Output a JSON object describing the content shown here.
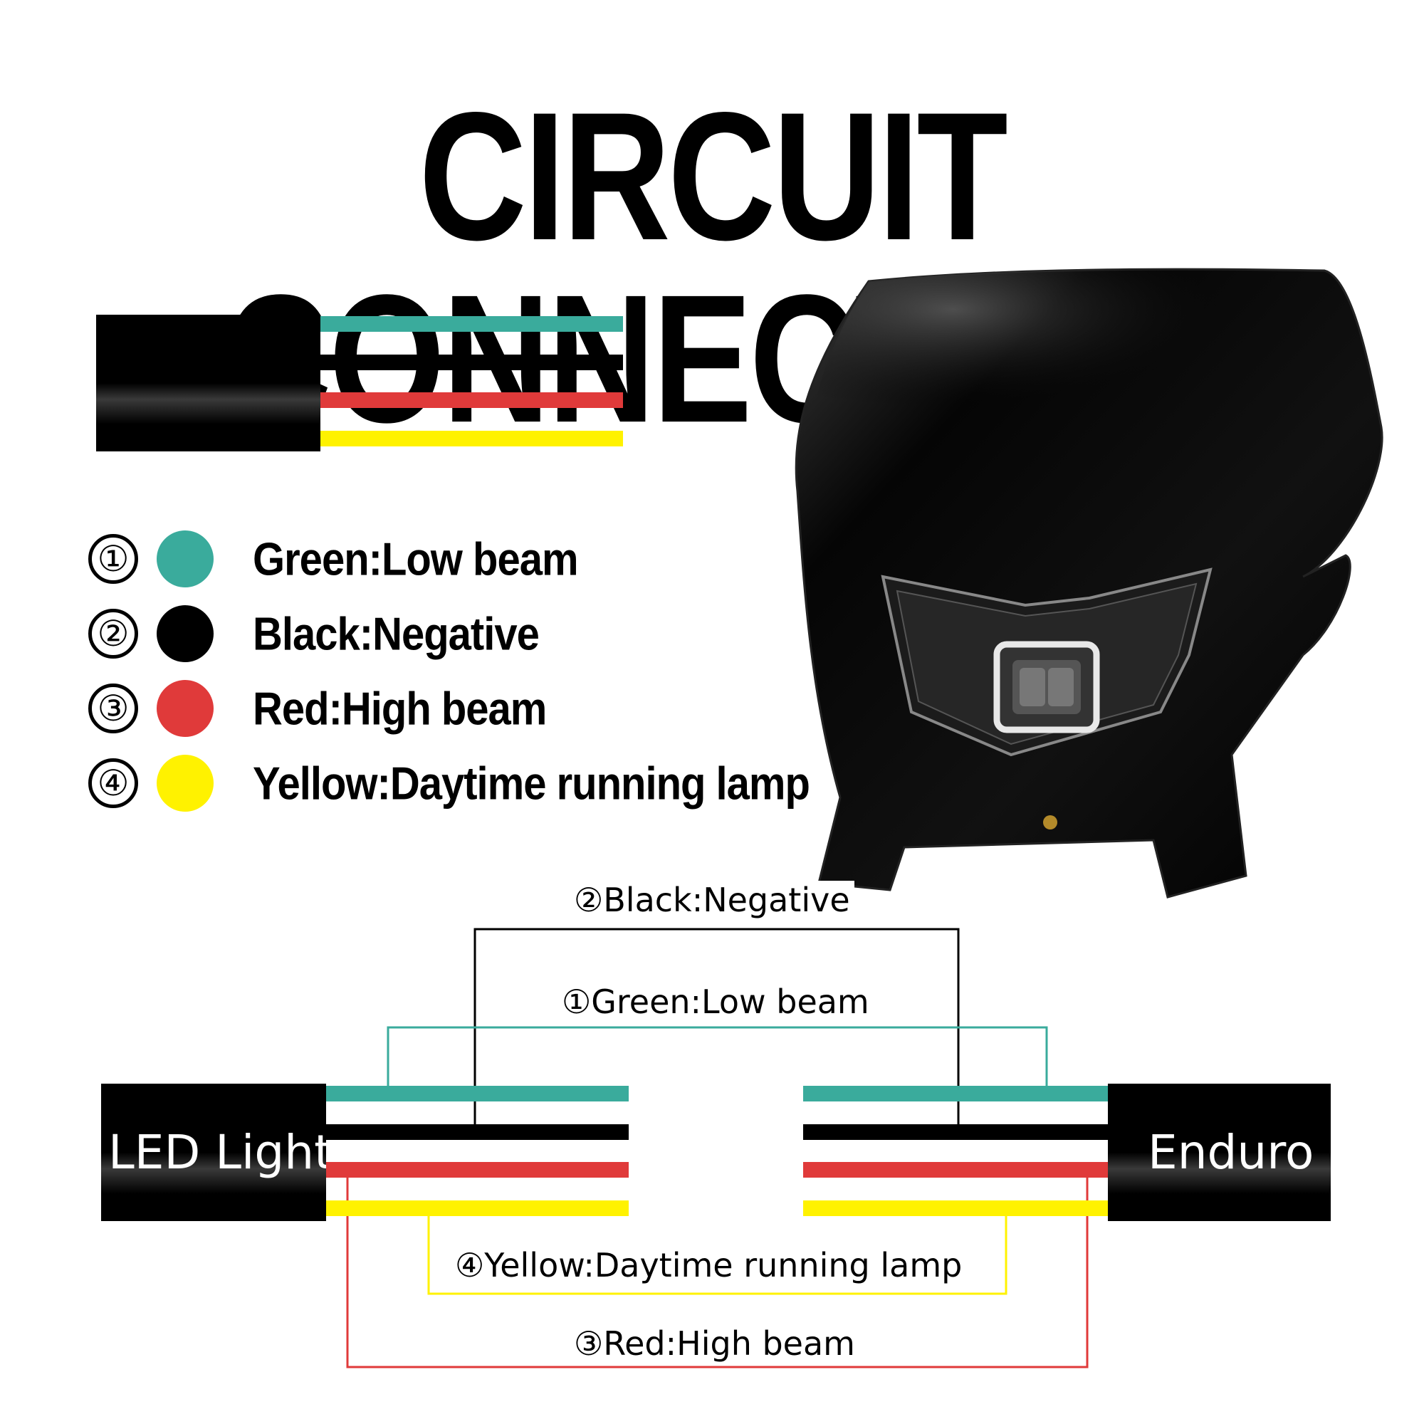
{
  "title": "CIRCUIT CONNECTION",
  "colors": {
    "green": "#3aab9c",
    "black": "#000000",
    "red": "#e03a3a",
    "yellow": "#fff200"
  },
  "legend": [
    {
      "num": "①",
      "color": "green",
      "label": "Green:Low beam"
    },
    {
      "num": "②",
      "color": "black",
      "label": "Black:Negative"
    },
    {
      "num": "③",
      "color": "red",
      "label": "Red:High beam"
    },
    {
      "num": "④",
      "color": "yellow",
      "label": "Yellow:Daytime running lamp"
    }
  ],
  "connections": {
    "black": "②Black:Negative",
    "green": "①Green:Low beam",
    "yellow": "④Yellow:Daytime running lamp",
    "red": "③Red:High beam"
  },
  "plugs": {
    "left": "LED Light",
    "right": "Enduro"
  },
  "image": {
    "subject": "black-motorcycle-headlight-icon"
  }
}
